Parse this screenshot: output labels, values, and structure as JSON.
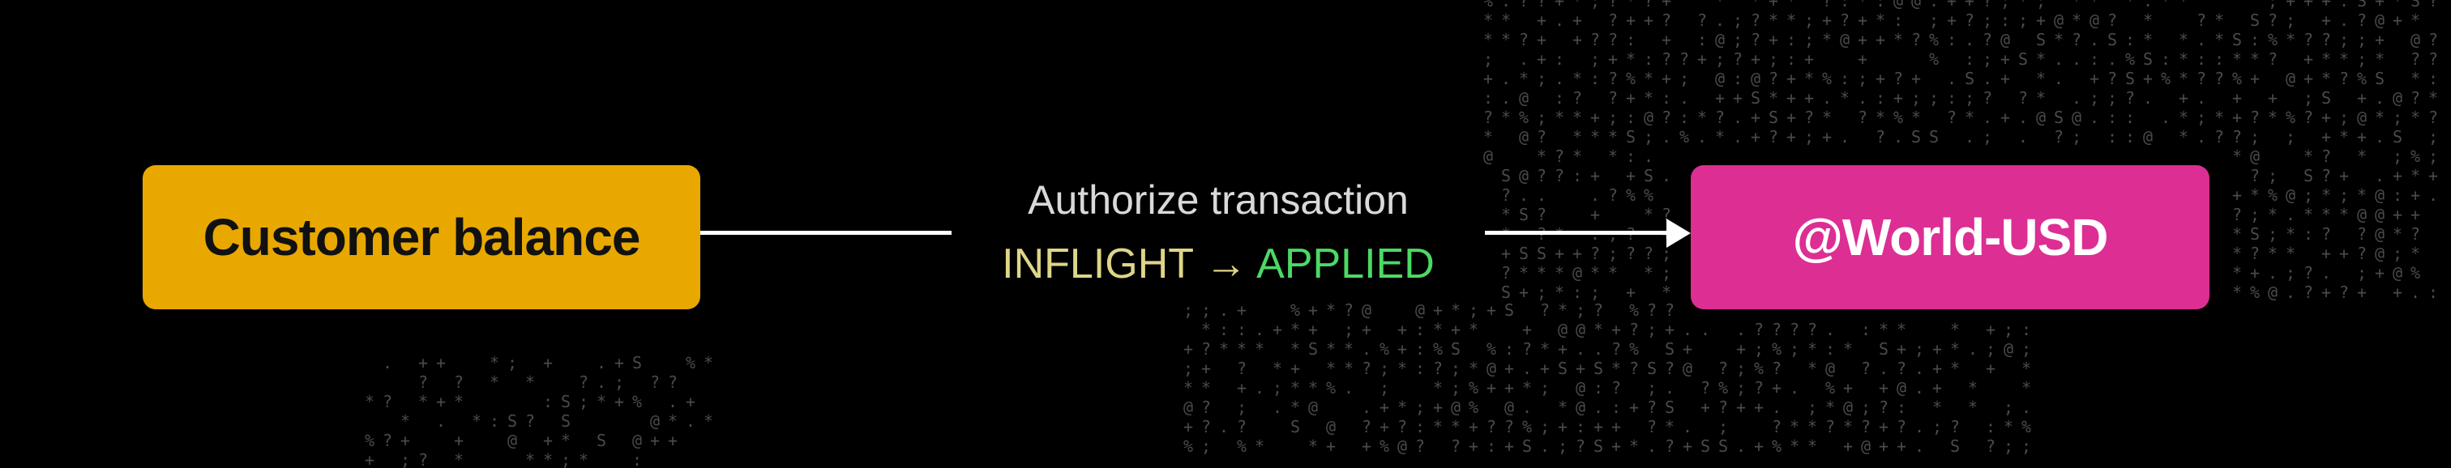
{
  "diagram": {
    "background_color": "#000000",
    "nodes": [
      {
        "id": "source",
        "label": "Customer balance",
        "fill": "#e8a800",
        "text_color": "#111111"
      },
      {
        "id": "target",
        "label": "@World-USD",
        "fill": "#dc2e93",
        "text_color": "#ffffff"
      }
    ],
    "edge": {
      "from": "source",
      "to": "target",
      "label": "Authorize transaction",
      "status": {
        "from_state": "INFLIGHT",
        "arrow": "→",
        "to_state": "APPLIED",
        "from_color": "#ded587",
        "arrow_color": "#ded587",
        "to_color": "#4cd964"
      }
    }
  }
}
